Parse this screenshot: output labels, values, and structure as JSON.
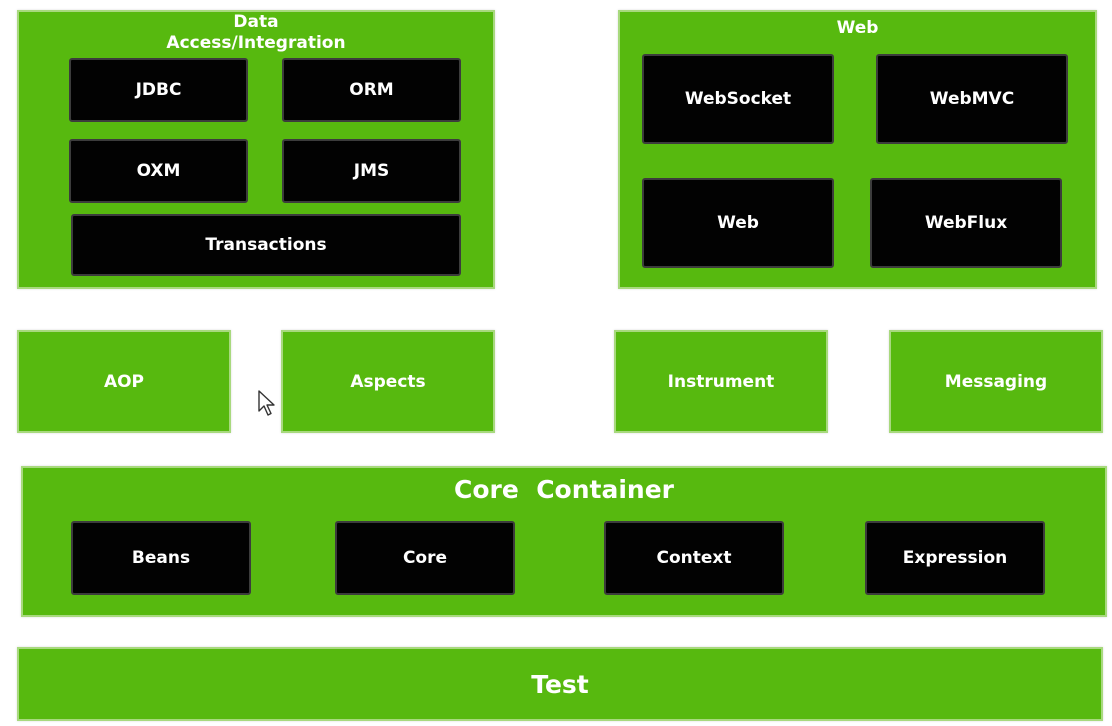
{
  "data_access": {
    "title_line1": "Data",
    "title_line2": "Access/Integration",
    "modules": {
      "jdbc": "JDBC",
      "orm": "ORM",
      "oxm": "OXM",
      "jms": "JMS",
      "transactions": "Transactions"
    }
  },
  "web": {
    "title": "Web",
    "modules": {
      "websocket": "WebSocket",
      "webmvc": "WebMVC",
      "web": "Web",
      "webflux": "WebFlux"
    }
  },
  "middle": {
    "aop": "AOP",
    "aspects": "Aspects",
    "instrument": "Instrument",
    "messaging": "Messaging"
  },
  "core_container": {
    "title": "Core  Container",
    "modules": {
      "beans": "Beans",
      "core": "Core",
      "context": "Context",
      "expression": "Expression"
    }
  },
  "test": {
    "label": "Test"
  },
  "colors": {
    "module_green": "#57b90f",
    "module_black": "#020202",
    "text": "#ffffff"
  },
  "icons": {
    "cursor": "mouse-pointer-icon"
  }
}
